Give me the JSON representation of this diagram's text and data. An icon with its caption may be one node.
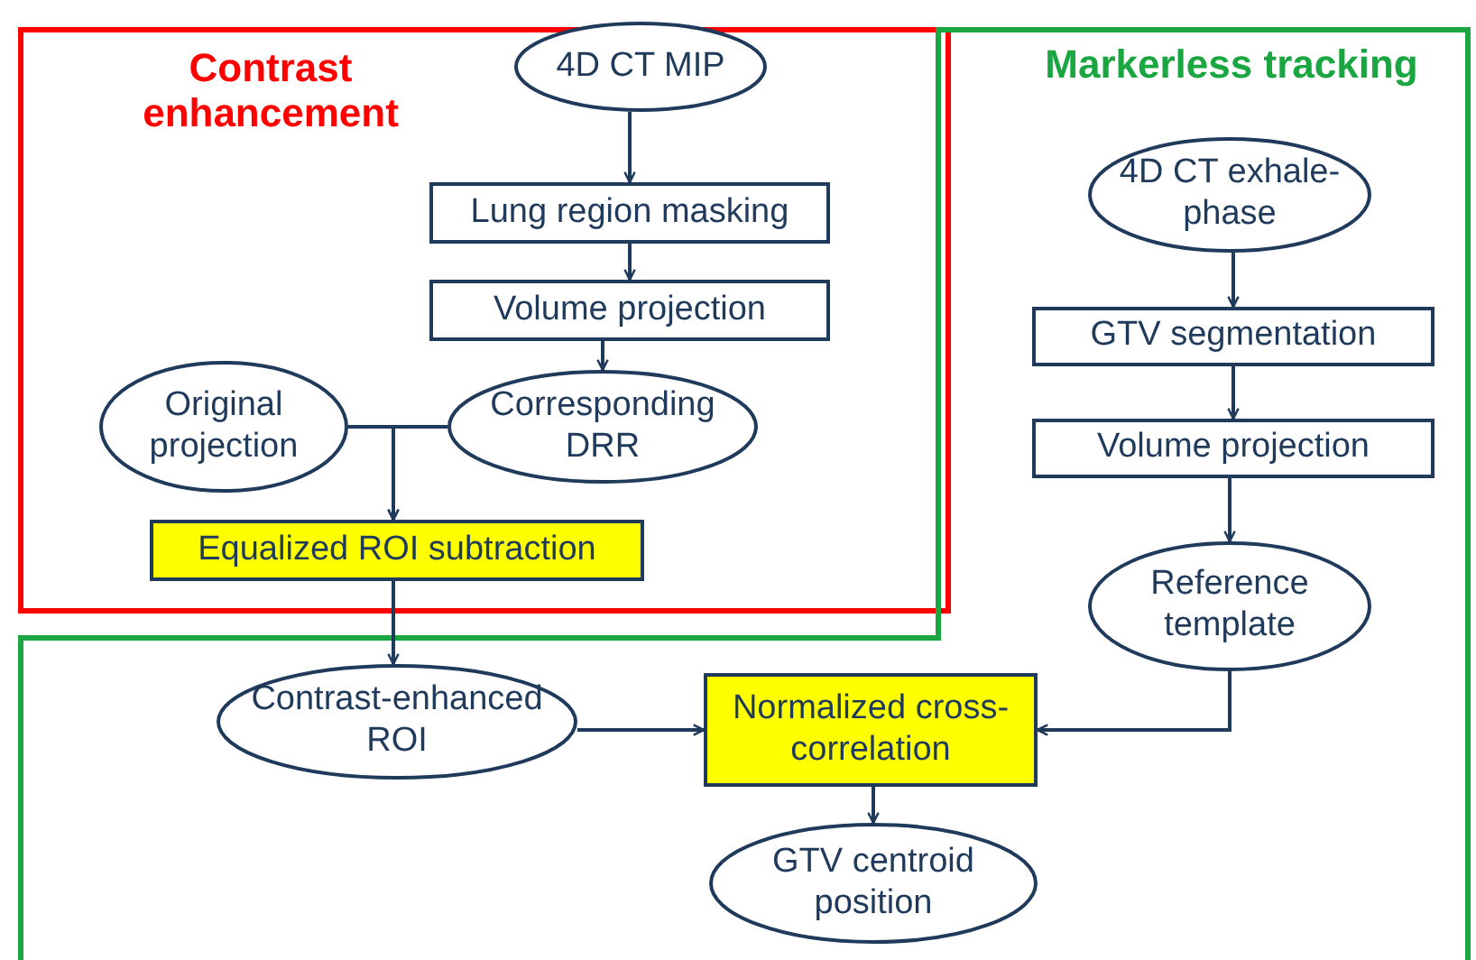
{
  "diagram": {
    "nodes": [
      {
        "text": [
          "Contrast enhancement"
        ]
      },
      {
        "text": [
          "4D CT MIP"
        ],
        "in": 0
      },
      {
        "text": [
          "Lung region masking"
        ],
        "in": 0
      },
      {
        "text": [
          "Volume projection"
        ],
        "in": 0
      },
      {
        "text": [
          "Original projection"
        ],
        "in": 0
      },
      {
        "text": [
          "Corresponding DRR"
        ],
        "in": 0
      },
      {
        "text": [
          "Equalized ROI subtraction"
        ],
        "in": 0
      },
      {
        "text": [
          "Markerless tracking"
        ]
      },
      {
        "text": [
          "4D CT exhale-phase"
        ],
        "in": 7
      },
      {
        "text": [
          "GTV segmentation"
        ],
        "in": 7
      },
      {
        "text": [
          "Volume projection"
        ],
        "in": 7
      },
      {
        "text": [
          "Reference template"
        ],
        "in": 7
      },
      {
        "text": [
          "Contrast-enhanced ROI"
        ],
        "in": 7
      },
      {
        "text": [
          "Normalized cross-correlation"
        ],
        "in": 7
      },
      {
        "text": [
          "GTV centroid position"
        ],
        "in": 7
      }
    ],
    "edges": [
      {
        "from": 1,
        "to": 2,
        "arrow": "to"
      },
      {
        "from": 2,
        "to": 3,
        "arrow": "to"
      },
      {
        "from": 3,
        "to": 5,
        "arrow": "to"
      },
      {
        "from": 4,
        "to": 6,
        "arrow": "to"
      },
      {
        "from": 5,
        "to": 6,
        "arrow": "to"
      },
      {
        "from": 6,
        "to": 12,
        "arrow": "to"
      },
      {
        "from": 8,
        "to": 9,
        "arrow": "to"
      },
      {
        "from": 9,
        "to": 10,
        "arrow": "to"
      },
      {
        "from": 10,
        "to": 11,
        "arrow": "to"
      },
      {
        "from": 11,
        "to": 13,
        "arrow": "to"
      },
      {
        "from": 12,
        "to": 13,
        "arrow": "to"
      },
      {
        "from": 13,
        "to": 14,
        "arrow": "to"
      }
    ]
  }
}
